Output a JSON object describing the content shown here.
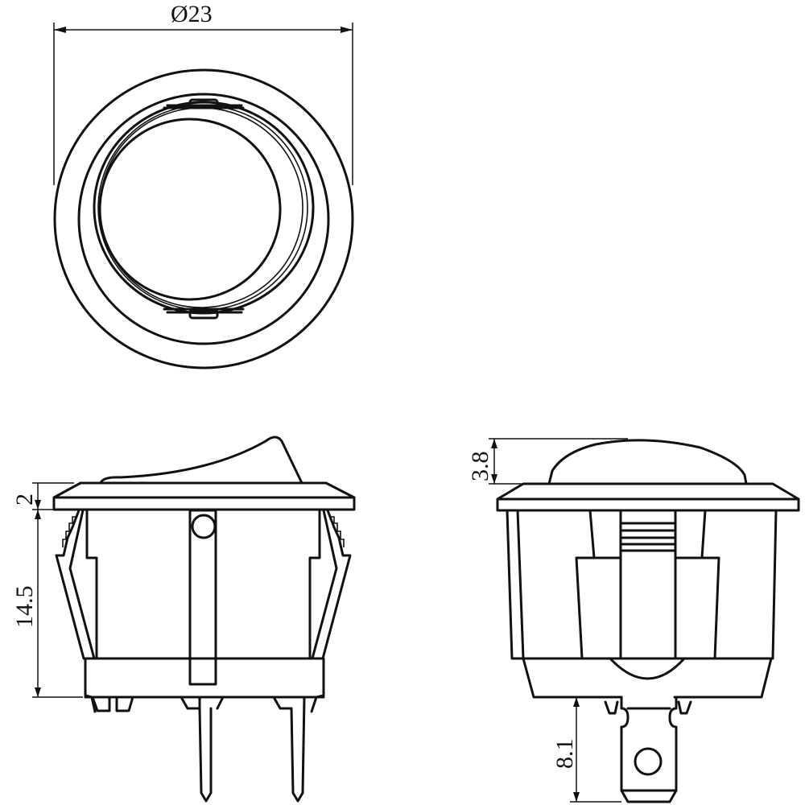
{
  "drawing": {
    "subject": "round rocker switch",
    "line_color": "#111111",
    "background_color": "#ffffff",
    "views": [
      {
        "name": "top-view",
        "label": ""
      },
      {
        "name": "front-view",
        "label": ""
      },
      {
        "name": "side-view",
        "label": ""
      }
    ],
    "dimensions": {
      "diameter": {
        "label": "Ø23",
        "value": 23,
        "unit": "mm"
      },
      "flange_thickness": {
        "label": "2",
        "value": 2,
        "unit": "mm"
      },
      "body_height": {
        "label": "14.5",
        "value": 14.5,
        "unit": "mm"
      },
      "actuator_height": {
        "label": "3.8",
        "value": 3.8,
        "unit": "mm"
      },
      "terminal_length": {
        "label": "8.1",
        "value": 8.1,
        "unit": "mm"
      }
    }
  }
}
